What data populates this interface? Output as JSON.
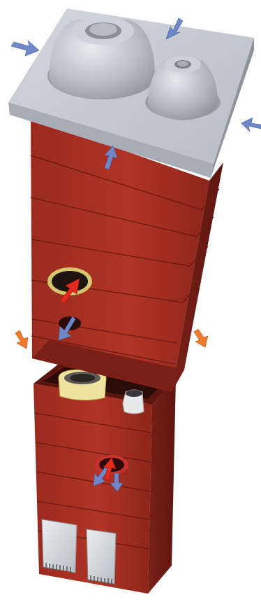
{
  "illustration": {
    "subject": "chimney-system",
    "parts": {
      "cap": "concrete-cap-plate",
      "large_flue": "ceramic-flue-outlet",
      "small_flue": "ventilation-outlet",
      "upper_block": "brick-casing-upper",
      "lower_block": "brick-casing-lower",
      "inlet_doors": [
        "cleanout-door-left",
        "cleanout-door-right"
      ]
    },
    "colors": {
      "brick": "#a52f22",
      "brick_dark": "#6e1b12",
      "brick_side": "#7e2118",
      "cap_top": "#c6cbd2",
      "cap_front": "#a9b0b9",
      "cap_side": "#8e959e",
      "arrow_air_in": "#6f87c9",
      "arrow_exhaust": "#e32a1f",
      "arrow_outside": "#ef7a2e",
      "door_metal": "#d8dbde"
    },
    "arrow_meaning": {
      "blue": "air-intake",
      "red": "exhaust-gas",
      "orange": "external-air"
    }
  }
}
